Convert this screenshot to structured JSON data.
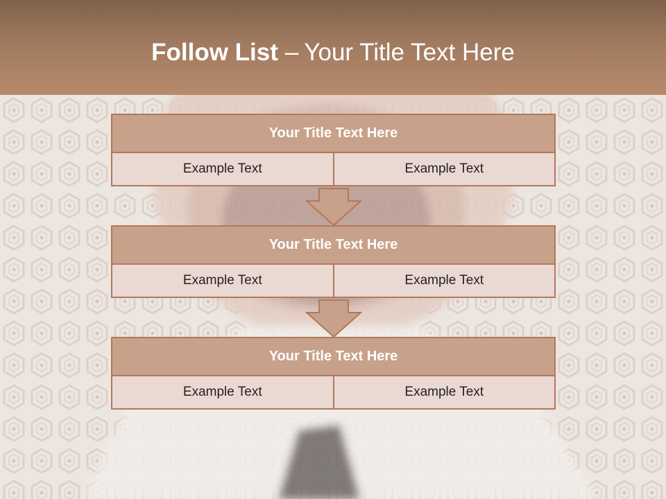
{
  "colors": {
    "header_dark": "#7f6148",
    "header_light": "#b88a6c",
    "block_title_fill": "#c8a18a",
    "block_cell_fill": "#ead8d2",
    "border": "#b0795a"
  },
  "header": {
    "title_bold": "Follow List",
    "separator": "–",
    "title_rest": "Your Title Text Here"
  },
  "blocks": [
    {
      "title": "Your Title Text Here",
      "left": "Example Text",
      "right": "Example Text"
    },
    {
      "title": "Your Title Text Here",
      "left": "Example Text",
      "right": "Example Text"
    },
    {
      "title": "Your Title Text Here",
      "left": "Example Text",
      "right": "Example Text"
    }
  ],
  "connectors": [
    "down-arrow-icon",
    "down-arrow-icon"
  ]
}
